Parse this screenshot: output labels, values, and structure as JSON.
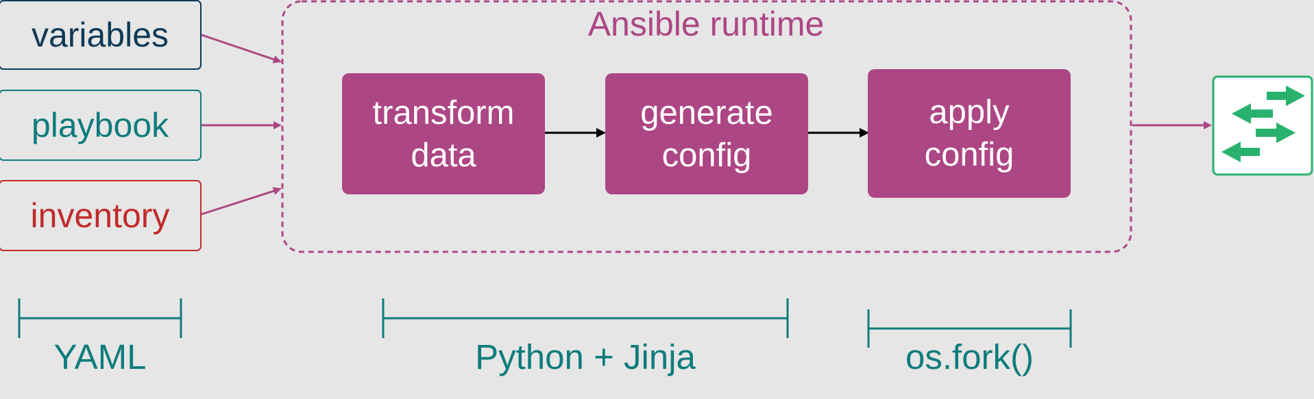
{
  "inputs": {
    "variables": "variables",
    "playbook": "playbook",
    "inventory": "inventory"
  },
  "runtime": {
    "title": "Ansible runtime",
    "steps": {
      "transform": [
        "transform",
        "data"
      ],
      "generate": [
        "generate",
        "config"
      ],
      "apply": [
        "apply",
        "config"
      ]
    }
  },
  "brackets": {
    "yaml": "YAML",
    "python": "Python + Jinja",
    "fork": "os.fork()"
  },
  "icons": {
    "output": "network-switch-icon"
  },
  "colors": {
    "background": "#e6e6e6",
    "runtime": "#ad4684",
    "variables": "#0e3a57",
    "playbook": "#0f7c7c",
    "inventory": "#c12a2a",
    "bracket": "#0f7c7c",
    "switch": "#29b26d"
  }
}
